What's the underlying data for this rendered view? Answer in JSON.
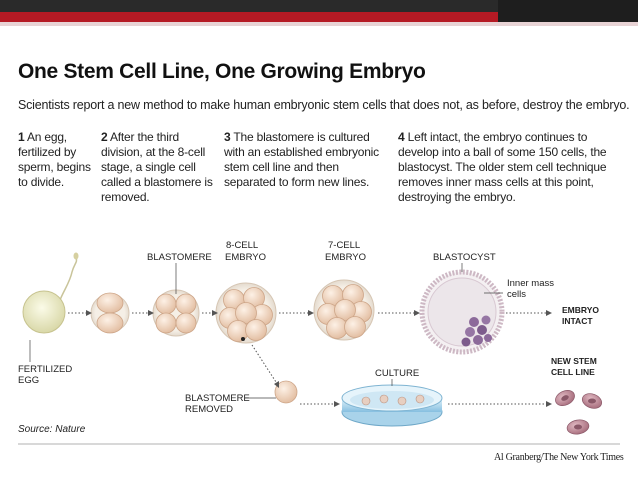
{
  "title": "One Stem Cell Line, One Growing Embryo",
  "subtitle": "Scientists report a new method to make human embryonic stem cells that does not, as before, destroy the embryo.",
  "steps": [
    {
      "num": "1",
      "text": "An egg, fertilized by sperm, begins to divide."
    },
    {
      "num": "2",
      "text": "After the third division, at the 8-cell stage, a single cell called a blastomere is removed."
    },
    {
      "num": "3",
      "text": "The blastomere is cultured with an established embryonic stem cell line and then separated to form new lines."
    },
    {
      "num": "4",
      "text": "Left intact, the embryo continues to develop into a ball of some 150 cells, the blastocyst. The older stem cell technique removes inner mass cells at this point, destroying the embryo."
    }
  ],
  "labels": {
    "blastomere": "BLASTOMERE",
    "eight_cell_1": "8-CELL",
    "eight_cell_2": "EMBRYO",
    "seven_cell_1": "7-CELL",
    "seven_cell_2": "EMBRYO",
    "blastocyst": "BLASTOCYST",
    "inner_mass_1": "Inner mass",
    "inner_mass_2": "cells",
    "embryo_intact_1": "EMBRYO",
    "embryo_intact_2": "INTACT",
    "fertilized_1": "FERTILIZED",
    "fertilized_2": "EGG",
    "culture": "CULTURE",
    "new_stem_1": "NEW STEM",
    "new_stem_2": "CELL LINE",
    "blastomere_removed_1": "BLASTOMERE",
    "blastomere_removed_2": "REMOVED"
  },
  "source": "Source: Nature",
  "credit": "Al Granberg/The New York Times",
  "colors": {
    "bar_red": "#b51a24",
    "bar_dark": "#1e1e1e",
    "egg": "#f0efcf",
    "cell": "#f3dcc8",
    "dish": "#bfdff0",
    "inner_mass": "#8c6a9a",
    "stem_cell": "#b9808f"
  }
}
